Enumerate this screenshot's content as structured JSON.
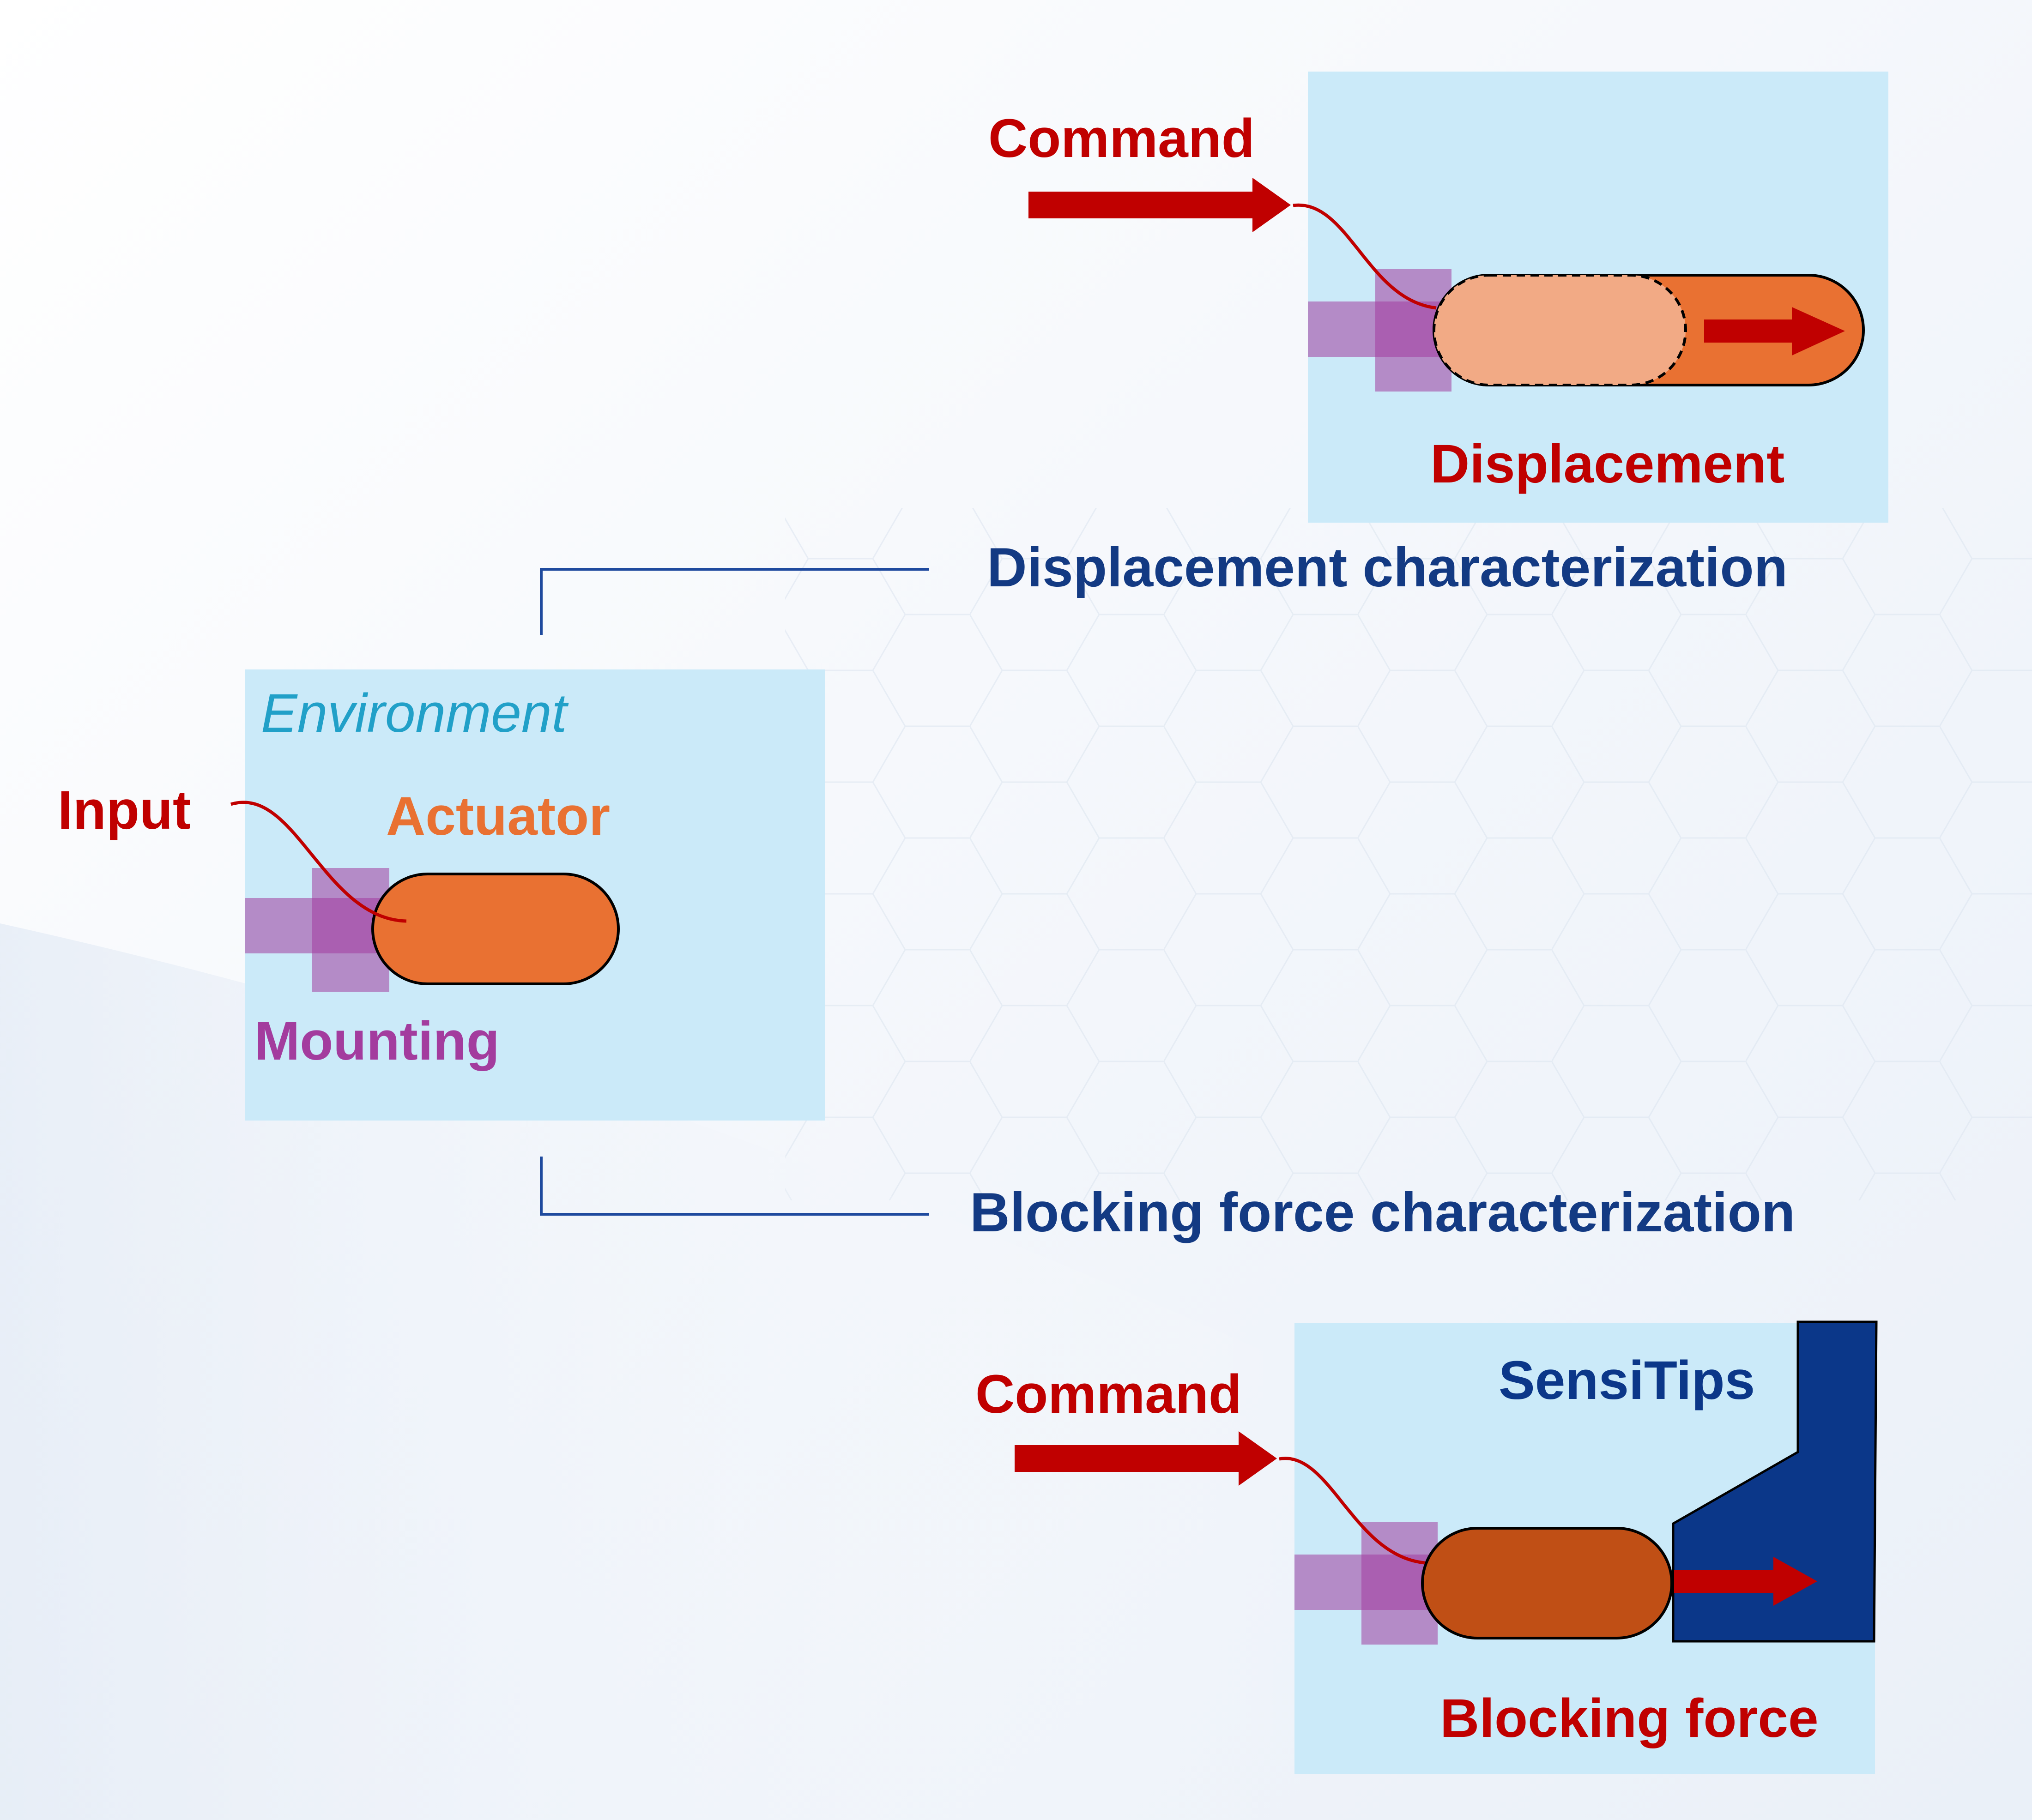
{
  "colors": {
    "background": "#f7f9fc",
    "panel": "#cbeaf9",
    "command_red": "#c00000",
    "actuator_orange": "#e97132",
    "actuator_displaced": "#f2aa85",
    "actuator_blocked": "#c04f15",
    "mounting_purple": "#a33c9e",
    "environment_teal": "#21a0c8",
    "title_navy": "#133a83",
    "sensor_navy": "#0b3789",
    "connector_line": "#1f4a9e"
  },
  "center_panel": {
    "environment_label": "Environment",
    "input_label": "Input",
    "actuator_label": "Actuator",
    "mounting_label": "Mounting"
  },
  "displacement_branch": {
    "title": "Displacement characterization",
    "command_label": "Command",
    "result_label": "Displacement"
  },
  "blocking_branch": {
    "title": "Blocking force characterization",
    "command_label": "Command",
    "sensor_label": "SensiTips",
    "result_label": "Blocking force"
  }
}
